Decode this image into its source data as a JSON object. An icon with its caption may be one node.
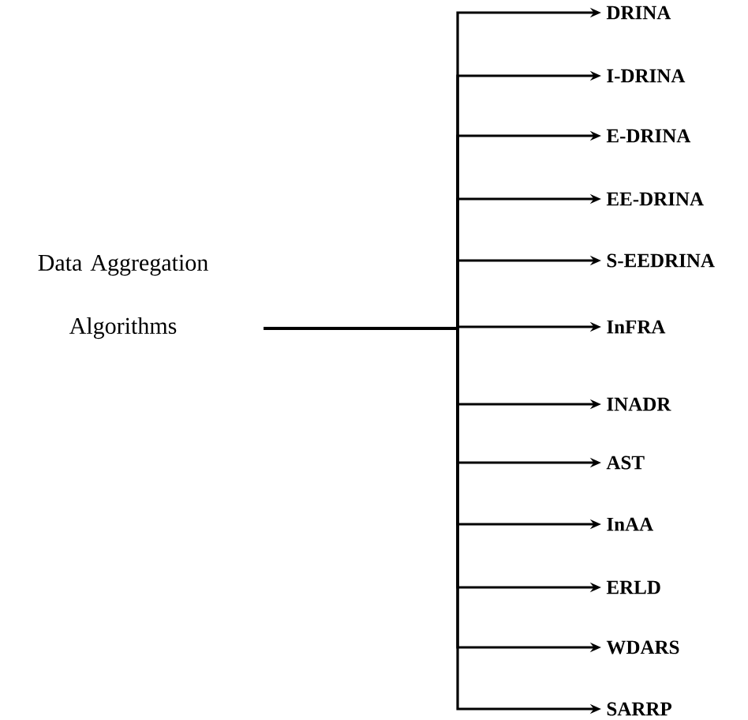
{
  "diagram": {
    "nodes": [
      {
        "text": [
          "Data Aggregation Algorithms"
        ]
      },
      {
        "text": [
          "DRINA"
        ]
      },
      {
        "text": [
          "I-DRINA"
        ]
      },
      {
        "text": [
          "E-DRINA"
        ]
      },
      {
        "text": [
          "EE-DRINA"
        ]
      },
      {
        "text": [
          "S-EEDRINA"
        ]
      },
      {
        "text": [
          "InFRA"
        ]
      },
      {
        "text": [
          "INADR"
        ]
      },
      {
        "text": [
          "AST"
        ]
      },
      {
        "text": [
          "InAA"
        ]
      },
      {
        "text": [
          "ERLD"
        ]
      },
      {
        "text": [
          "WDARS"
        ]
      },
      {
        "text": [
          "SARRP"
        ]
      }
    ],
    "edges": [
      {
        "from": 0,
        "to": 1,
        "arrow": "to"
      },
      {
        "from": 0,
        "to": 2,
        "arrow": "to"
      },
      {
        "from": 0,
        "to": 3,
        "arrow": "to"
      },
      {
        "from": 0,
        "to": 4,
        "arrow": "to"
      },
      {
        "from": 0,
        "to": 5,
        "arrow": "to"
      },
      {
        "from": 0,
        "to": 6,
        "arrow": "to"
      },
      {
        "from": 0,
        "to": 7,
        "arrow": "to"
      },
      {
        "from": 0,
        "to": 8,
        "arrow": "to"
      },
      {
        "from": 0,
        "to": 9,
        "arrow": "to"
      },
      {
        "from": 0,
        "to": 10,
        "arrow": "to"
      },
      {
        "from": 0,
        "to": 11,
        "arrow": "to"
      },
      {
        "from": 0,
        "to": 12,
        "arrow": "to"
      }
    ]
  }
}
